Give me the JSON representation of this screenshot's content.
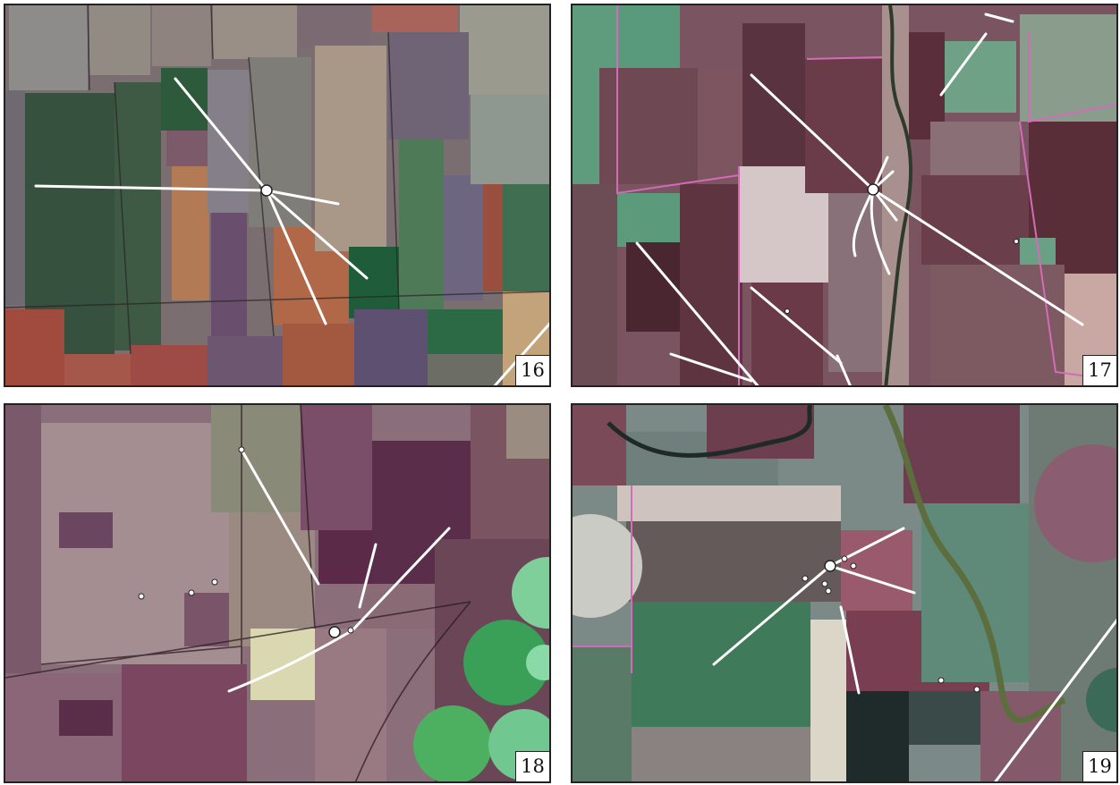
{
  "panels": [
    {
      "id": "p16",
      "label": "16"
    },
    {
      "id": "p17",
      "label": "17"
    },
    {
      "id": "p18",
      "label": "18"
    },
    {
      "id": "p19",
      "label": "19"
    }
  ],
  "colors": {
    "line": "#ffffff",
    "border": "#222222",
    "field_boundary": "#d46bb8",
    "river": "#2e3b2a",
    "green_field": "#2e5b3c",
    "dark_field": "#4a2530",
    "pale_field": "#d9cfcf"
  }
}
